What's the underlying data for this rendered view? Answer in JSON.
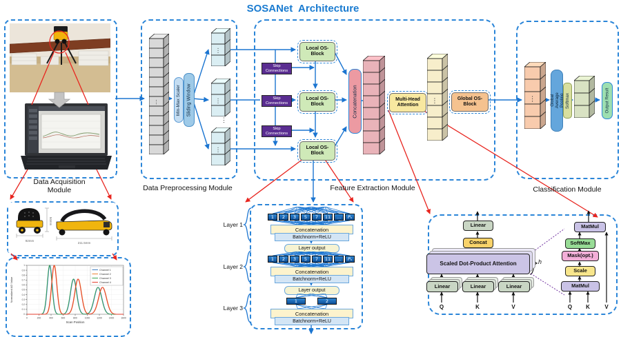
{
  "title": "SOSANet  Architecture",
  "modules": {
    "acquisition": {
      "label": [
        "Data Acquisition",
        "Module"
      ]
    },
    "preprocessing": {
      "label": "Data Preprocessing Module",
      "minmax_scaler": "Min-Max Scaler",
      "sliding_window": "Sliding Window"
    },
    "feature": {
      "label": "Feature Extraction Module",
      "skip_connections": "Skip Connections",
      "local_os_block": "Local OS-Block",
      "concatenation": "Concatenation",
      "multi_head_attention": "Multi-Head Attention",
      "global_os_block": "Global OS-Block"
    },
    "classification": {
      "label": "Classification Module",
      "global_average_pooling": "Global Average Pooling",
      "softmax": "Softmax",
      "output_result": "Output Result"
    }
  },
  "stacks": [
    {
      "name": "raw-sequence",
      "cubes": 12,
      "color": "#d9d9d9",
      "dots": true
    },
    {
      "name": "window-1",
      "cubes": 3,
      "color": "#daeef3",
      "dots": true
    },
    {
      "name": "window-2",
      "cubes": 3,
      "color": "#daeef3",
      "dots": true
    },
    {
      "name": "window-3",
      "cubes": 3,
      "color": "#daeef3",
      "dots": true
    },
    {
      "name": "concat-features",
      "cubes": 8,
      "color": "#e9b3b9",
      "dots": false
    },
    {
      "name": "attention-features",
      "cubes": 7,
      "color": "#f7eecb",
      "dots": true
    },
    {
      "name": "global-features",
      "cubes": 5,
      "color": "#f8cbad",
      "dots": true
    },
    {
      "name": "pooled-features",
      "cubes": 3,
      "color": "#d9e2c3",
      "dots": false
    }
  ],
  "sensor_photos": {
    "width_label": "92mm",
    "height_label": "94mm",
    "length_label": "211.5mm"
  },
  "osblock_detail": {
    "layers": [
      {
        "label": "Layer 1",
        "cells": [
          "1",
          "2",
          "3",
          "5",
          "7",
          "11",
          "…",
          "Pₛ"
        ]
      },
      {
        "label": "Layer 2",
        "cells": [
          "1",
          "2",
          "3",
          "5",
          "7",
          "11",
          "…",
          "Pₛ"
        ]
      },
      {
        "label": "Layer 3",
        "cells": [
          "1",
          "2"
        ]
      }
    ],
    "concatenation": "Concatenation",
    "batchnorm_relu": "Batchnorm+ReLU",
    "layer_output": "Layer output"
  },
  "attention_detail": {
    "linear": "Linear",
    "concat": "Concat",
    "sdpa": "Scaled Dot-Product Attention",
    "heads": "h",
    "matmul": "MatMul",
    "scale": "Scale",
    "mask": "Mask(opt.)",
    "softmax": "SoftMax",
    "q": "Q",
    "k": "K",
    "v": "V"
  },
  "chart_data": {
    "type": "line",
    "title": "",
    "xlabel": "Scan Position",
    "ylabel": "Normalized AD Value",
    "xlim": [
      0,
      1600
    ],
    "ylim": [
      0,
      1
    ],
    "xticks": [
      0,
      200,
      400,
      600,
      800,
      1000,
      1200,
      1400,
      1600
    ],
    "yticks": [
      0,
      0.1,
      0.2,
      0.3,
      0.4,
      0.5,
      0.6,
      0.7,
      0.8,
      0.9,
      1
    ],
    "grid": true,
    "legend_position": "top-right",
    "series": [
      {
        "name": "Channel 1",
        "color": "#3f7cc1",
        "peaks": [
          {
            "mu": 381,
            "amp": 1.0,
            "sigma": 40
          },
          {
            "mu": 776,
            "amp": 0.72,
            "sigma": 52
          },
          {
            "mu": 1181,
            "amp": 0.55,
            "sigma": 62
          }
        ]
      },
      {
        "name": "Channel 2",
        "color": "#ec8031",
        "peaks": [
          {
            "mu": 456,
            "amp": 1.0,
            "sigma": 43
          },
          {
            "mu": 851,
            "amp": 0.72,
            "sigma": 55
          },
          {
            "mu": 1256,
            "amp": 0.55,
            "sigma": 65
          }
        ]
      },
      {
        "name": "Channel 3",
        "color": "#36a14e",
        "peaks": [
          {
            "mu": 375,
            "amp": 1.0,
            "sigma": 40
          },
          {
            "mu": 770,
            "amp": 0.72,
            "sigma": 52
          },
          {
            "mu": 1175,
            "amp": 0.55,
            "sigma": 62
          }
        ]
      },
      {
        "name": "Channel 4",
        "color": "#e43d2e",
        "peaks": [
          {
            "mu": 450,
            "amp": 1.0,
            "sigma": 43
          },
          {
            "mu": 845,
            "amp": 0.72,
            "sigma": 55
          },
          {
            "mu": 1250,
            "amp": 0.55,
            "sigma": 65
          }
        ]
      }
    ]
  }
}
